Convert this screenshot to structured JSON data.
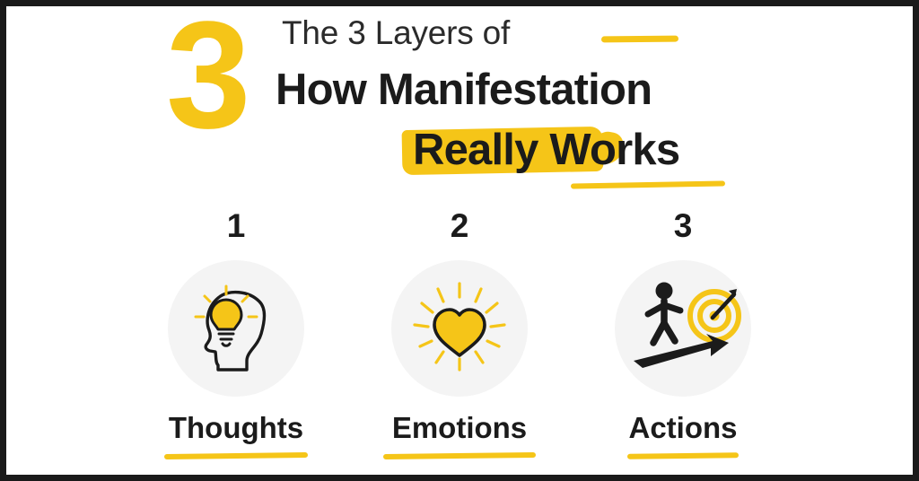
{
  "colors": {
    "accent": "#f5c518",
    "text": "#1b1b1b",
    "subtext": "#2b2b2b",
    "circle_bg": "#f4f4f4",
    "border": "#1a1a1a",
    "background": "#ffffff"
  },
  "header": {
    "big_number": "3",
    "line1": "The 3 Layers of",
    "line2": "How Manifestation",
    "line3_highlight": "Really",
    "line3_rest": "Works"
  },
  "layers": [
    {
      "number": "1",
      "label": "Thoughts",
      "icon": "head-lightbulb-icon"
    },
    {
      "number": "2",
      "label": "Emotions",
      "icon": "radiating-heart-icon"
    },
    {
      "number": "3",
      "label": "Actions",
      "icon": "person-arrow-target-icon"
    }
  ]
}
